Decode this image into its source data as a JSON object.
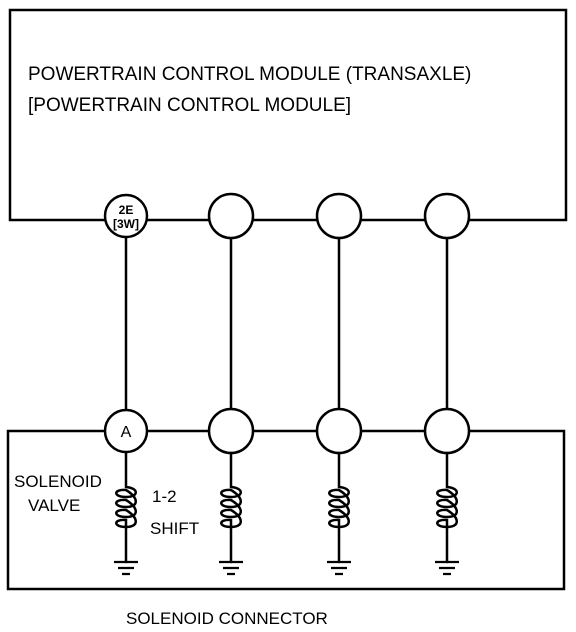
{
  "module": {
    "title_line1": "POWERTRAIN CONTROL MODULE (TRANSAXLE)",
    "title_line2": "[POWERTRAIN CONTROL MODULE]"
  },
  "module_pins": [
    {
      "top": "2E",
      "bottom": "[3W]"
    },
    {
      "top": "",
      "bottom": ""
    },
    {
      "top": "",
      "bottom": ""
    },
    {
      "top": "",
      "bottom": ""
    }
  ],
  "connector": {
    "title": "SOLENOID CONNECTOR",
    "pins": [
      "A",
      "",
      "",
      ""
    ],
    "solenoid_label_line1": "SOLENOID",
    "solenoid_label_line2": "VALVE",
    "shift_label_line1": "1-2",
    "shift_label_line2": "SHIFT"
  }
}
